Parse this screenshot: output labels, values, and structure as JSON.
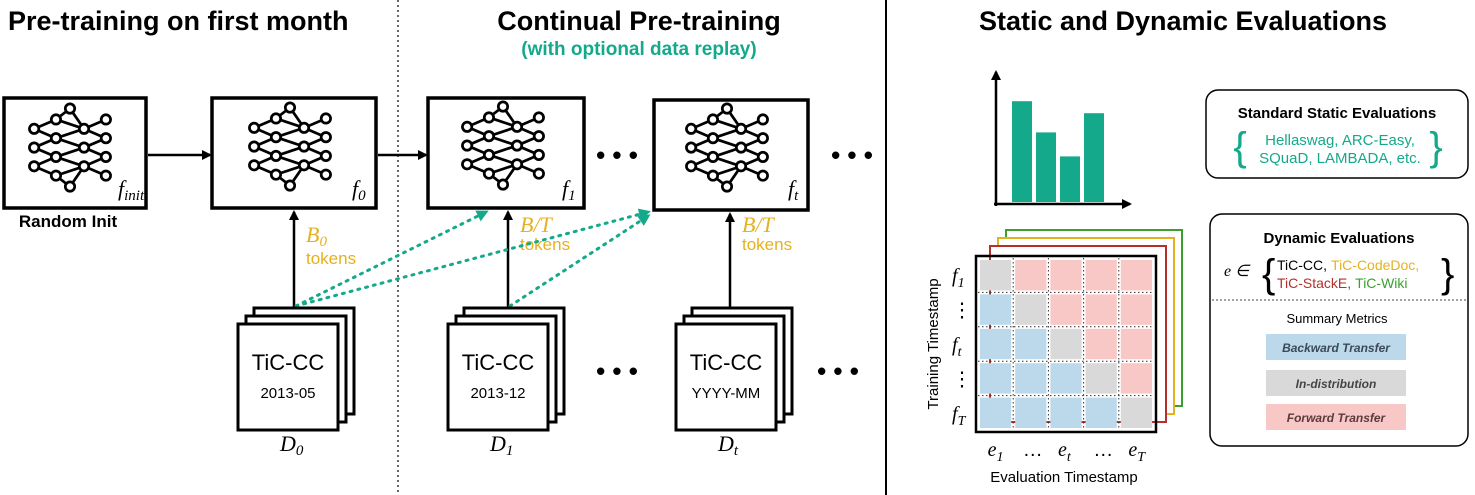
{
  "colors": {
    "teal": "#14a98a",
    "gold": "#e6b120",
    "red": "#b5302a",
    "green": "#3aa02f",
    "backward": "#bcd9ec",
    "indist": "#d9d9d9",
    "forward": "#f8c8c6"
  },
  "sections": {
    "pretrain_title": "Pre-training on first month",
    "continual_title": "Continual Pre-training",
    "continual_subtitle": "(with optional data replay)",
    "eval_title": "Static and Dynamic Evaluations"
  },
  "models": {
    "random_init_label": "Random Init",
    "f_init": "f",
    "f_init_sub": "init",
    "f0": "f",
    "f0_sub": "0",
    "f1": "f",
    "f1_sub": "1",
    "ft": "f",
    "ft_sub": "t"
  },
  "tokens": {
    "b0": "B",
    "b0_sub": "0",
    "bt": "B/T",
    "label": "tokens"
  },
  "datasets": [
    {
      "name": "TiC-CC",
      "date": "2013-05",
      "d": "D",
      "d_sub": "0"
    },
    {
      "name": "TiC-CC",
      "date": "2013-12",
      "d": "D",
      "d_sub": "1"
    },
    {
      "name": "TiC-CC",
      "date": "YYYY-MM",
      "d": "D",
      "d_sub": "t"
    }
  ],
  "ellipsis": "• • •",
  "static_eval": {
    "title": "Standard Static Evaluations",
    "line1": "Hellaswag, ARC-Easy,",
    "line2": "SQuaD, LAMBADA, etc.",
    "brace_open": "{",
    "brace_close": "}"
  },
  "bar_chart": {
    "values": [
      0.84,
      0.58,
      0.38,
      0.74
    ]
  },
  "dynamic_eval": {
    "title": "Dynamic Evaluations",
    "e_in": "e ∈",
    "tic_cc": "TiC-CC,",
    "codedoc": "TiC-CodeDoc,",
    "stacke": "TiC-StackE,",
    "wiki": "TiC-Wiki",
    "summary_title": "Summary Metrics",
    "backward": "Backward Transfer",
    "indist": "In-distribution",
    "forward": "Forward Transfer"
  },
  "matrix": {
    "ylabel": "Training Timestamp",
    "xlabel": "Evaluation Timestamp",
    "rows": [
      "f",
      "⋮",
      "f",
      "⋮",
      "f"
    ],
    "row_subs": [
      "1",
      "",
      "t",
      "",
      "T"
    ],
    "cols": [
      "e",
      "…",
      "e",
      "…",
      "e"
    ],
    "col_subs": [
      "1",
      "",
      "t",
      "",
      "T"
    ]
  }
}
